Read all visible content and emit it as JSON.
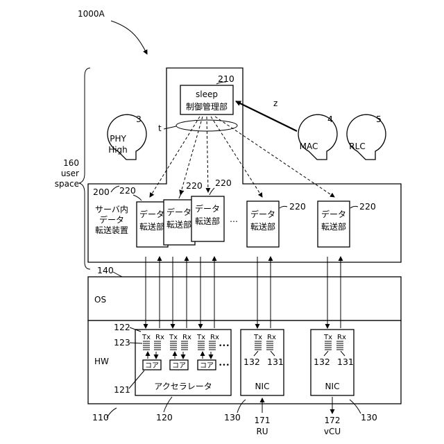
{
  "figure": {
    "id": "1000A"
  },
  "sleep_manager": {
    "ref": "210",
    "line1": "sleep",
    "line2": "制御管理部"
  },
  "apps": [
    {
      "ref": "3",
      "line1": "PHY",
      "line2": "High"
    },
    {
      "ref": "4",
      "line1": "MAC"
    },
    {
      "ref": "5",
      "line1": "RLC"
    }
  ],
  "user_space": {
    "ref": "160",
    "line1": "user",
    "line2": "space"
  },
  "labels": {
    "t": "t",
    "z": "z",
    "dots": "…",
    "small_dots": "•••"
  },
  "server_device": {
    "ref": "200",
    "lines": [
      "サーバ内",
      "データ",
      "転送装置"
    ]
  },
  "data_transfer_unit": {
    "ref": "220",
    "line1": "データ",
    "line2": "転送部"
  },
  "os_layer": {
    "ref": "140",
    "label": "OS"
  },
  "hw_layer": {
    "ref": "110",
    "label": "HW"
  },
  "accelerator": {
    "ref": "120",
    "label": "アクセラレータ",
    "core_ref": "121",
    "queue_ref": "122",
    "buffer_ref": "123",
    "core_label": "コア"
  },
  "nic": {
    "ref": "130",
    "label": "NIC",
    "tx_ref": "132",
    "rx_ref": "131"
  },
  "io": {
    "tx": "Tx",
    "rx": "Rx"
  },
  "ru": {
    "ref": "171",
    "label": "RU"
  },
  "vcu": {
    "ref": "172",
    "label": "vCU"
  }
}
